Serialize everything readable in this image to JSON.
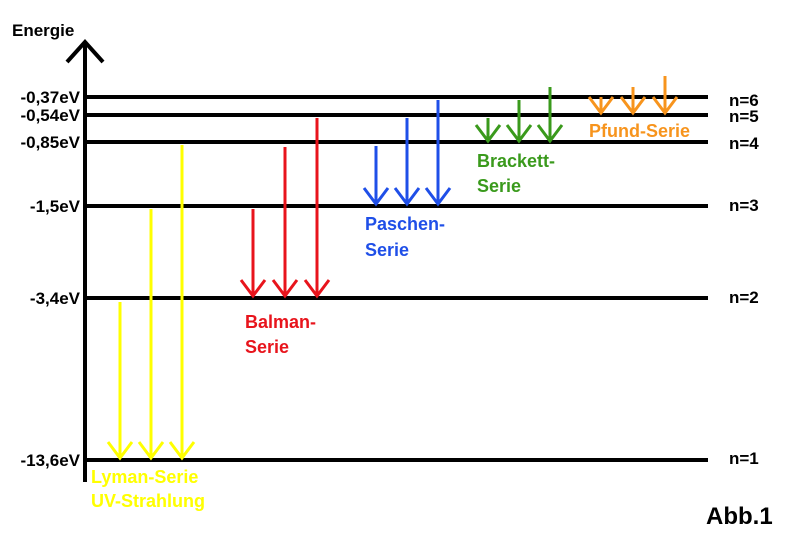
{
  "axis": {
    "label": "Energie"
  },
  "levels": [
    {
      "n": 1,
      "energy_ev": -13.6,
      "energy_label": "-13,6eV",
      "n_label": "n=1"
    },
    {
      "n": 2,
      "energy_ev": -3.4,
      "energy_label": "-3,4eV",
      "n_label": "n=2"
    },
    {
      "n": 3,
      "energy_ev": -1.5,
      "energy_label": "-1,5eV",
      "n_label": "n=3"
    },
    {
      "n": 4,
      "energy_ev": -0.85,
      "energy_label": "-0,85eV",
      "n_label": "n=4"
    },
    {
      "n": 5,
      "energy_ev": -0.54,
      "energy_label": "-0,54eV",
      "n_label": "n=5"
    },
    {
      "n": 6,
      "energy_ev": -0.37,
      "energy_label": "-0,37eV",
      "n_label": "n=6"
    }
  ],
  "series": [
    {
      "id": "lyman",
      "color": "#ffff00",
      "label_lines": [
        "Lyman-Serie",
        "UV-Strahlung"
      ],
      "target_n": 1,
      "from_n": [
        2,
        3,
        4
      ]
    },
    {
      "id": "balmer",
      "color": "#e8141c",
      "label_lines": [
        "Balman-",
        "Serie"
      ],
      "target_n": 2,
      "from_n": [
        3,
        4,
        5
      ]
    },
    {
      "id": "paschen",
      "color": "#1f4fe8",
      "label_lines": [
        "Paschen-",
        "Serie"
      ],
      "target_n": 3,
      "from_n": [
        4,
        5,
        6
      ]
    },
    {
      "id": "brackett",
      "color": "#3a9a1c",
      "label_lines": [
        "Brackett-",
        "Serie"
      ],
      "target_n": 4,
      "from_n": [
        5,
        6,
        7
      ]
    },
    {
      "id": "pfund",
      "color": "#f7941d",
      "label_lines": [
        "Pfund-Serie"
      ],
      "target_n": 5,
      "from_n": [
        6,
        7,
        8
      ]
    }
  ],
  "figure_label": "Abb.1"
}
